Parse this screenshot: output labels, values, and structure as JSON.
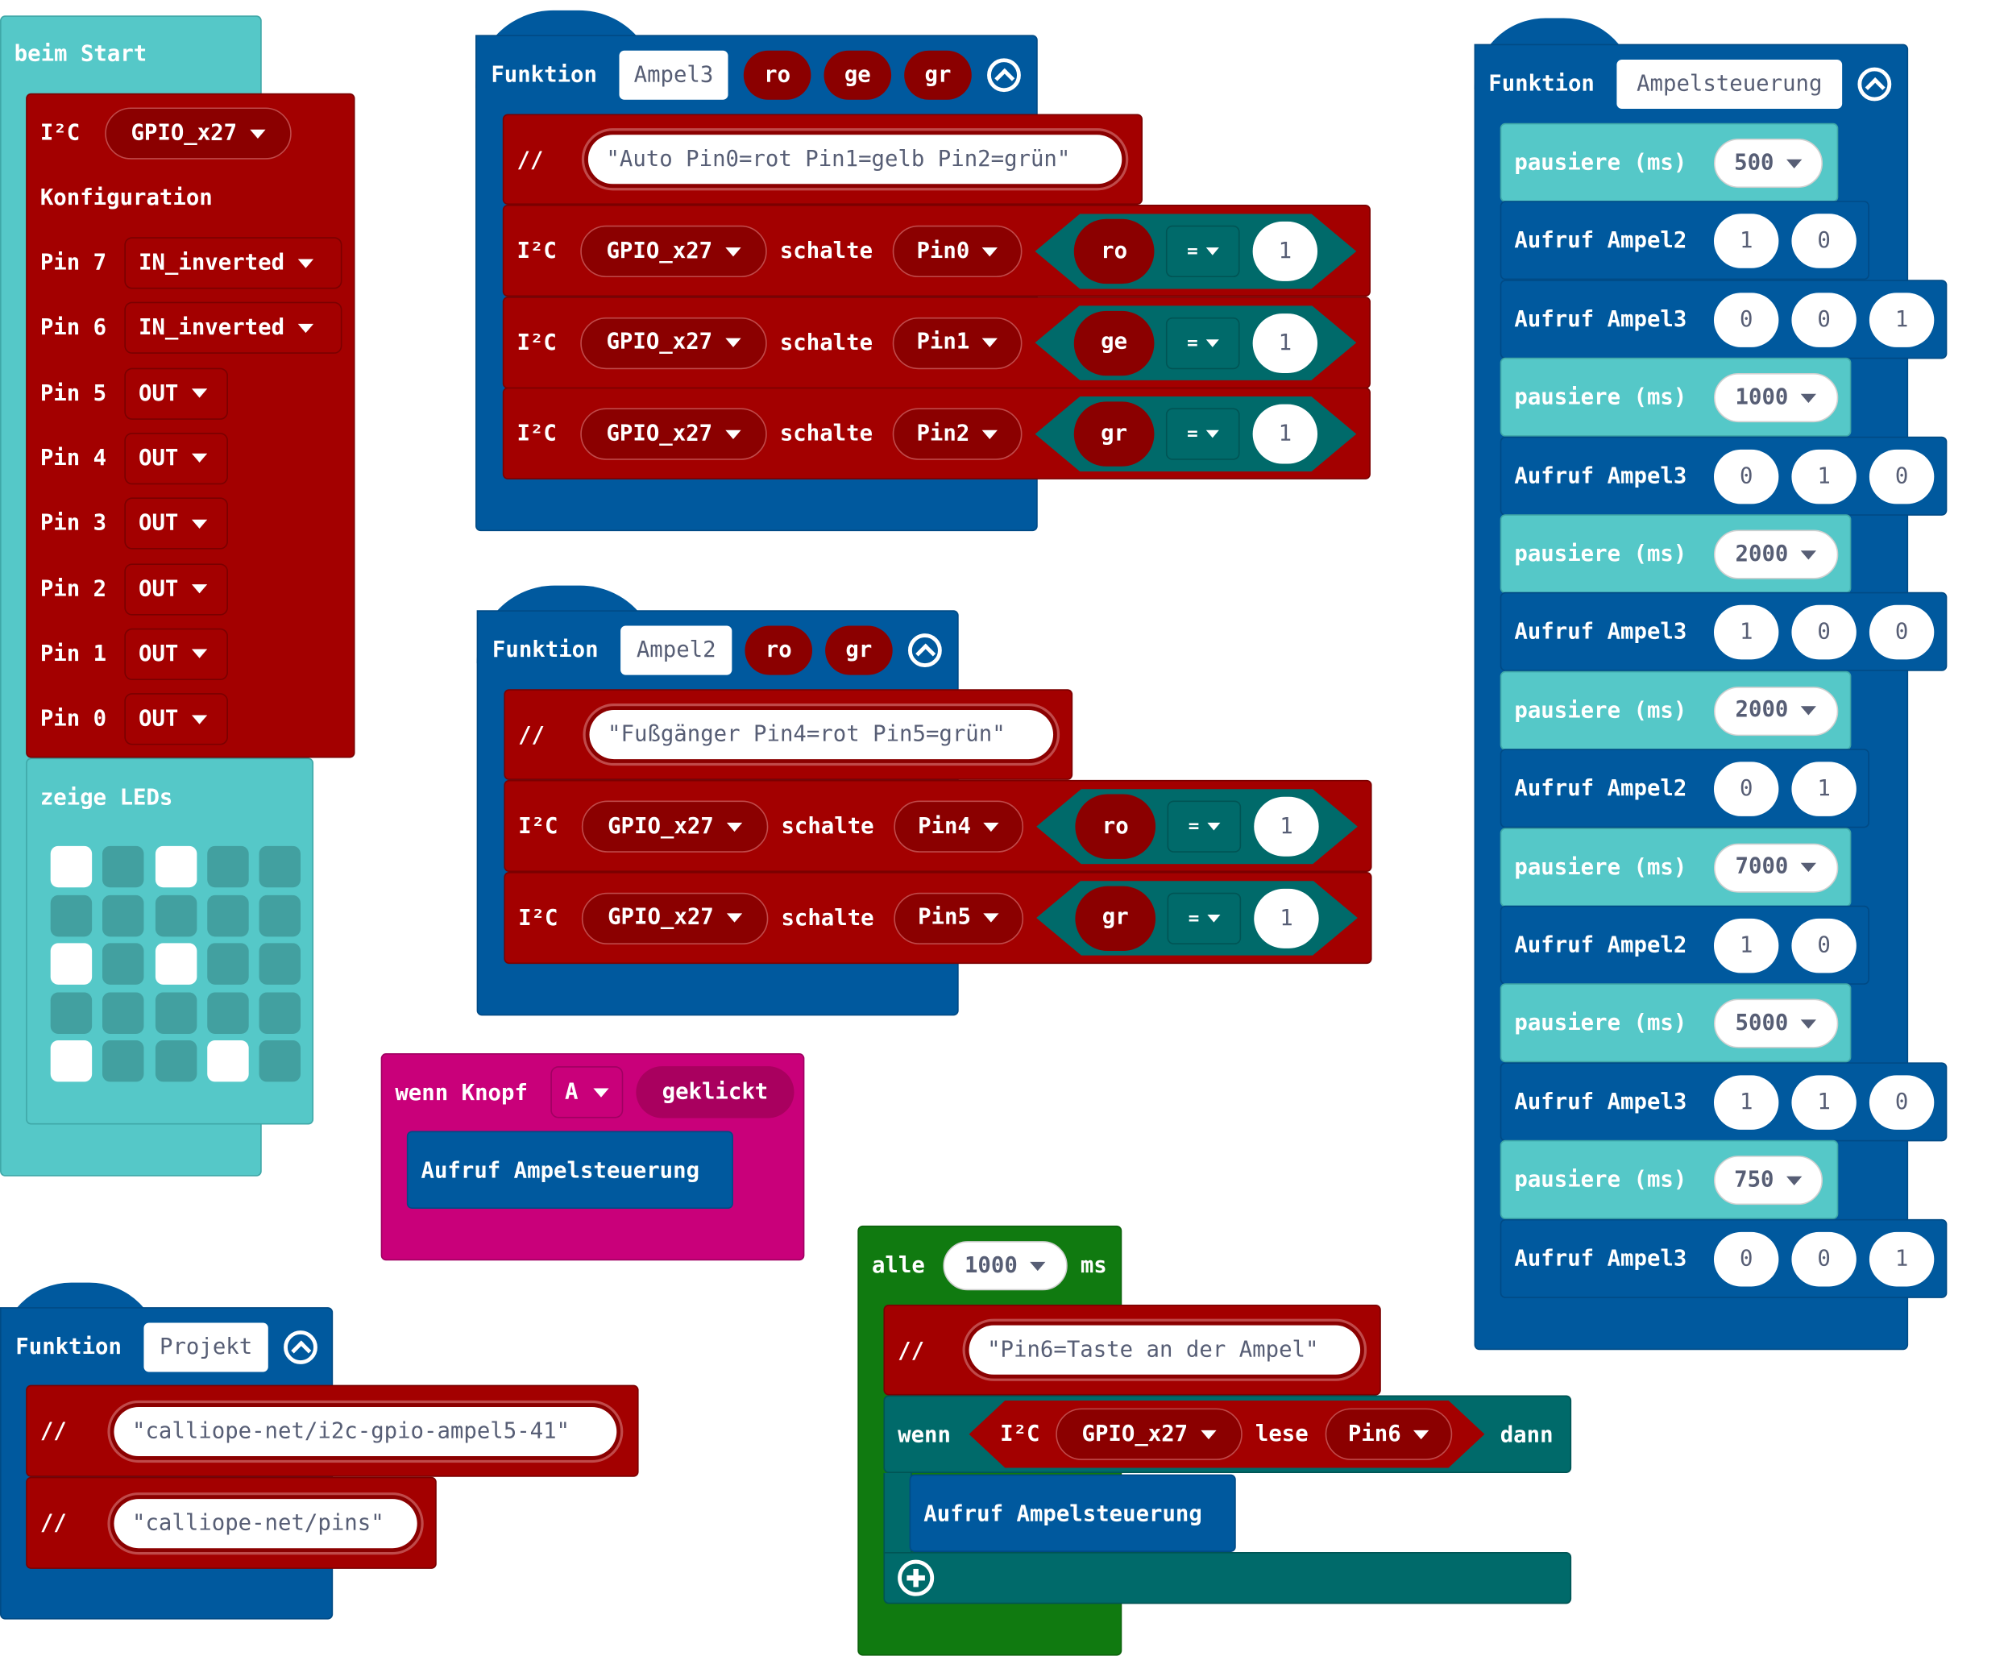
{
  "beim_start": {
    "title": "beim Start",
    "i2c": {
      "label": "I²C",
      "device": "GPIO_x27",
      "config_label": "Konfiguration",
      "pins": [
        {
          "label": "Pin 7",
          "mode": "IN_inverted"
        },
        {
          "label": "Pin 6",
          "mode": "IN_inverted"
        },
        {
          "label": "Pin 5",
          "mode": "OUT"
        },
        {
          "label": "Pin 4",
          "mode": "OUT"
        },
        {
          "label": "Pin 3",
          "mode": "OUT"
        },
        {
          "label": "Pin 2",
          "mode": "OUT"
        },
        {
          "label": "Pin 1",
          "mode": "OUT"
        },
        {
          "label": "Pin 0",
          "mode": "OUT"
        }
      ]
    },
    "leds": {
      "label": "zeige LEDs",
      "grid": [
        [
          1,
          0,
          1,
          0,
          0
        ],
        [
          0,
          0,
          0,
          0,
          0
        ],
        [
          1,
          0,
          1,
          0,
          0
        ],
        [
          0,
          0,
          0,
          0,
          0
        ],
        [
          1,
          0,
          0,
          1,
          0
        ]
      ]
    }
  },
  "ampel3": {
    "keyword": "Funktion",
    "name": "Ampel3",
    "params": [
      "ro",
      "ge",
      "gr"
    ],
    "comment_prefix": "//",
    "comment": "Auto Pin0=rot Pin1=gelb Pin2=grün",
    "rows": [
      {
        "i2c": "I²C",
        "device": "GPIO_x27",
        "action": "schalte",
        "pin": "Pin0",
        "var": "ro",
        "op": "=",
        "value": "1"
      },
      {
        "i2c": "I²C",
        "device": "GPIO_x27",
        "action": "schalte",
        "pin": "Pin1",
        "var": "ge",
        "op": "=",
        "value": "1"
      },
      {
        "i2c": "I²C",
        "device": "GPIO_x27",
        "action": "schalte",
        "pin": "Pin2",
        "var": "gr",
        "op": "=",
        "value": "1"
      }
    ]
  },
  "ampel2": {
    "keyword": "Funktion",
    "name": "Ampel2",
    "params": [
      "ro",
      "gr"
    ],
    "comment_prefix": "//",
    "comment": "Fußgänger Pin4=rot Pin5=grün",
    "rows": [
      {
        "i2c": "I²C",
        "device": "GPIO_x27",
        "action": "schalte",
        "pin": "Pin4",
        "var": "ro",
        "op": "=",
        "value": "1"
      },
      {
        "i2c": "I²C",
        "device": "GPIO_x27",
        "action": "schalte",
        "pin": "Pin5",
        "var": "gr",
        "op": "=",
        "value": "1"
      }
    ]
  },
  "knopf": {
    "prefix": "wenn Knopf",
    "button": "A",
    "event": "geklickt",
    "call": "Aufruf Ampelsteuerung"
  },
  "projekt": {
    "keyword": "Funktion",
    "name": "Projekt",
    "comment_prefix": "//",
    "comments": [
      "calliope-net/i2c-gpio-ampel5-41",
      "calliope-net/pins"
    ]
  },
  "alle": {
    "prefix": "alle",
    "interval": "1000",
    "unit": "ms",
    "comment_prefix": "//",
    "comment": "Pin6=Taste an der Ampel",
    "if_label": "wenn",
    "then_label": "dann",
    "cond": {
      "i2c": "I²C",
      "device": "GPIO_x27",
      "action": "lese",
      "pin": "Pin6"
    },
    "call": "Aufruf Ampelsteuerung"
  },
  "ampelsteuerung": {
    "keyword": "Funktion",
    "name": "Ampelsteuerung",
    "pause_label": "pausiere (ms)",
    "steps": [
      {
        "type": "pause",
        "value": "500"
      },
      {
        "type": "call",
        "label": "Aufruf Ampel2",
        "args": [
          "1",
          "0"
        ]
      },
      {
        "type": "call",
        "label": "Aufruf Ampel3",
        "args": [
          "0",
          "0",
          "1"
        ]
      },
      {
        "type": "pause",
        "value": "1000"
      },
      {
        "type": "call",
        "label": "Aufruf Ampel3",
        "args": [
          "0",
          "1",
          "0"
        ]
      },
      {
        "type": "pause",
        "value": "2000"
      },
      {
        "type": "call",
        "label": "Aufruf Ampel3",
        "args": [
          "1",
          "0",
          "0"
        ]
      },
      {
        "type": "pause",
        "value": "2000"
      },
      {
        "type": "call",
        "label": "Aufruf Ampel2",
        "args": [
          "0",
          "1"
        ]
      },
      {
        "type": "pause",
        "value": "7000"
      },
      {
        "type": "call",
        "label": "Aufruf Ampel2",
        "args": [
          "1",
          "0"
        ]
      },
      {
        "type": "pause",
        "value": "5000"
      },
      {
        "type": "call",
        "label": "Aufruf Ampel3",
        "args": [
          "1",
          "1",
          "0"
        ]
      },
      {
        "type": "pause",
        "value": "750"
      },
      {
        "type": "call",
        "label": "Aufruf Ampel3",
        "args": [
          "0",
          "0",
          "1"
        ]
      }
    ]
  },
  "colors": {
    "basic": "#55c8c8",
    "i2c": "#a30000",
    "functions": "#00599e",
    "input": "#c9007a",
    "loops": "#107a10",
    "logic": "#006a6a"
  }
}
